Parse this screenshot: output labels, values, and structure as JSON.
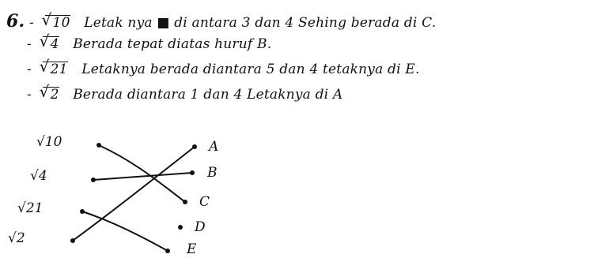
{
  "question": {
    "number": "6.",
    "items": [
      {
        "root": "10",
        "text": "Letak nya ■ di antara 3 dan 4 Sehing berada di C."
      },
      {
        "root": "4",
        "text": "Berada tepat diatas huruf B."
      },
      {
        "root": "21",
        "text": "Letaknya berada diantara 5 dan 4 tetaknya di E."
      },
      {
        "root": "2",
        "text": "Berada diantara 1 dan 4 Letaknya di A"
      }
    ]
  },
  "matching": {
    "left": [
      "√10",
      "√4",
      "√21",
      "√2"
    ],
    "right": [
      "A",
      "B",
      "C",
      "D",
      "E"
    ]
  }
}
